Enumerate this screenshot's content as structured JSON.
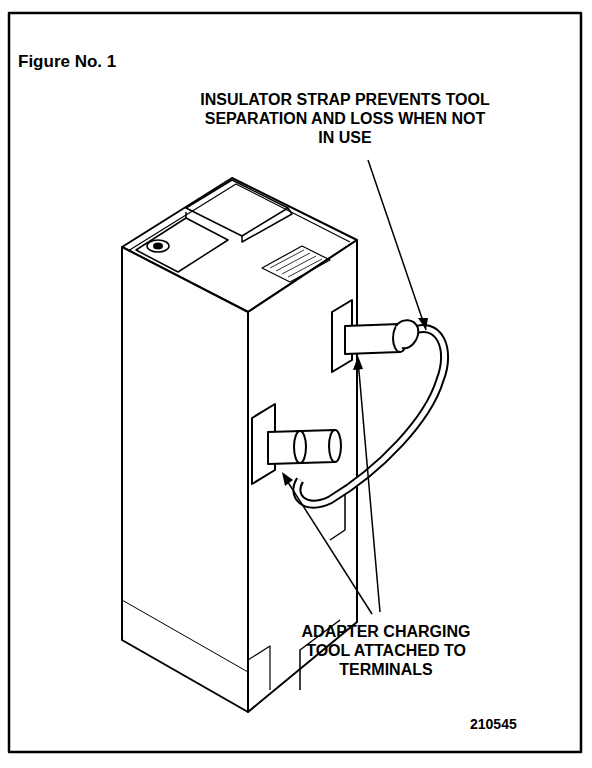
{
  "diagram": {
    "title": "Figure No. 1",
    "labels": [
      "INSULATOR STRAP PREVENTS TOOL SEPARATION AND LOSS WHEN NOT IN USE",
      "ADAPTER CHARGING TOOL ATTACHED TO TERMINALS",
      "210545"
    ]
  }
}
